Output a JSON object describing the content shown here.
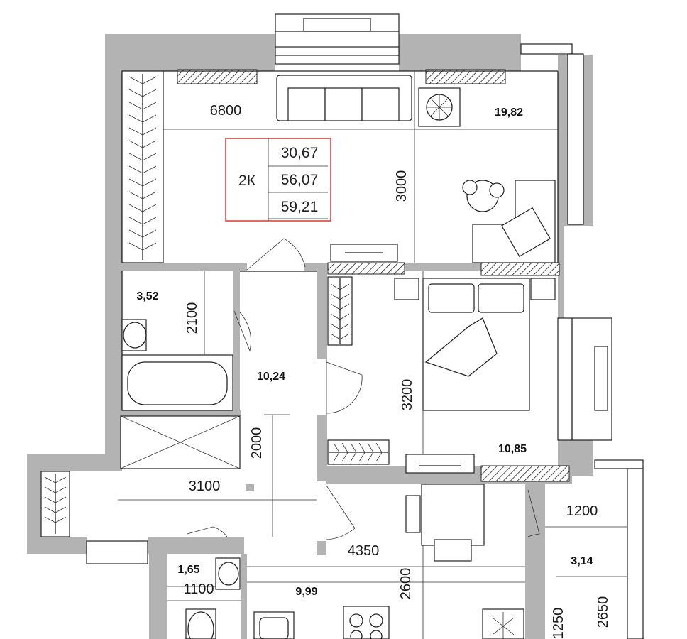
{
  "plan": {
    "summary": {
      "apartment_type": "2К",
      "living_area": "30,67",
      "total_area": "56,07",
      "total_area_with_balcony": "59,21",
      "border_color": "#d43a3a"
    },
    "rooms": [
      {
        "id": "living_room",
        "area": "19,82"
      },
      {
        "id": "bathroom",
        "area": "3,52"
      },
      {
        "id": "hallway",
        "area": "10,24"
      },
      {
        "id": "bedroom",
        "area": "10,85"
      },
      {
        "id": "toilet",
        "area": "1,65"
      },
      {
        "id": "kitchen",
        "area": "9,99"
      },
      {
        "id": "balcony",
        "area": "3,14"
      }
    ],
    "dimensions": {
      "living_width": "6800",
      "living_depth": "3000",
      "bath_depth": "2100",
      "hall_length": "2000",
      "hall_width": "3100",
      "bedroom_depth": "3200",
      "kitchen_width": "4350",
      "kitchen_depth": "2600",
      "toilet_width": "1100",
      "balcony_width": "1200",
      "balcony_length": "2650",
      "balcony_inner": "1250"
    },
    "colors": {
      "wall": "#b3b3b3",
      "line": "#222222",
      "outline": "#d43a3a"
    }
  }
}
